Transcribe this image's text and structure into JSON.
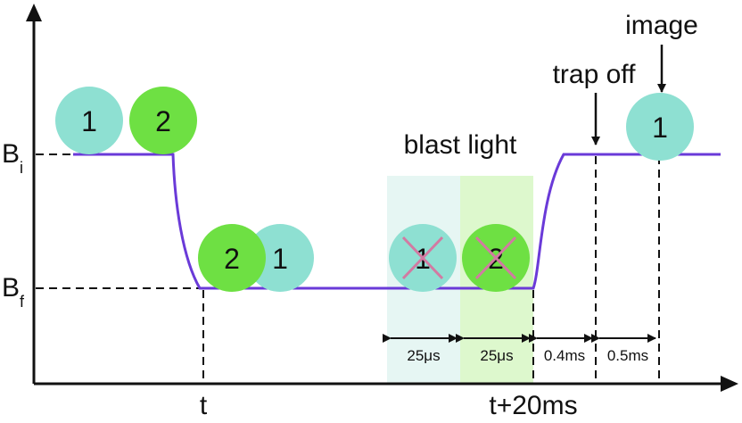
{
  "axis_labels": {
    "b_initial": "B",
    "b_initial_sub": "i",
    "b_final": "B",
    "b_final_sub": "f",
    "time_t": "t",
    "time_t_end": "t+20ms"
  },
  "annotations": {
    "blast_light": "blast light",
    "trap_off": "trap off",
    "image": "image"
  },
  "atoms": {
    "atom1_label": "1",
    "atom2_label": "2"
  },
  "intervals": {
    "blast1": "25μs",
    "blast2": "25μs",
    "delay1": "0.4ms",
    "delay2": "0.5ms"
  },
  "colors": {
    "field_curve": "#6a3ad8",
    "atom1": "#8ee0d2",
    "atom2": "#6ee043",
    "blast_region1": "#e6f6f3",
    "blast_region2": "#ddf8cd",
    "cross": "#d27aa2"
  }
}
